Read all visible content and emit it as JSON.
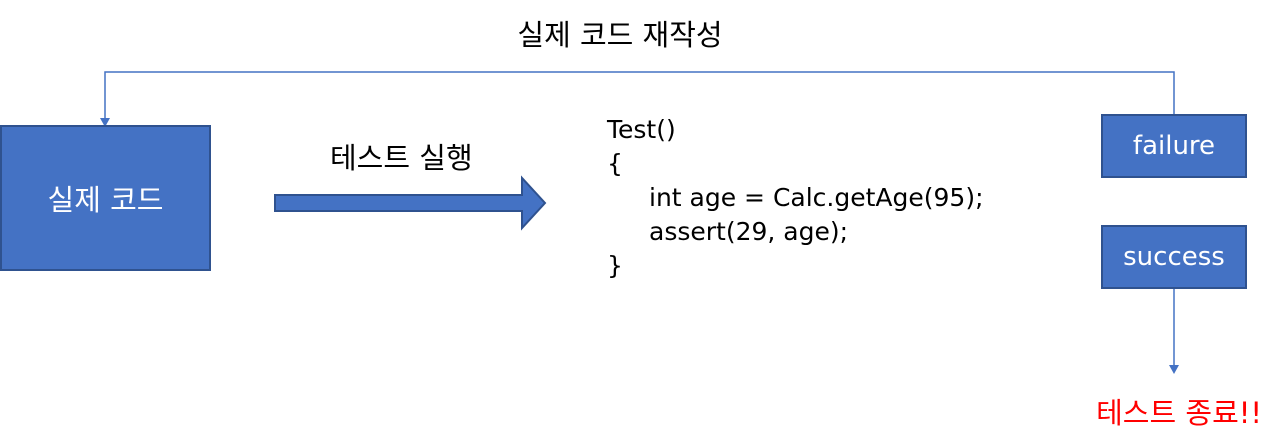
{
  "diagram": {
    "top_label": "실제 코드 재작성",
    "real_code_box": "실제 코드",
    "run_arrow_label": "테스트 실행",
    "code": {
      "line1": "Test()",
      "line2": "{",
      "line3": "int age = Calc.getAge(95);",
      "line4": "assert(29, age);",
      "line5": "}"
    },
    "failure_box": "failure",
    "success_box": "success",
    "end_label": "테스트 종료!!"
  },
  "colors": {
    "box_fill": "#4472c4",
    "box_border": "#2f528f",
    "end_label": "#ff0000"
  }
}
